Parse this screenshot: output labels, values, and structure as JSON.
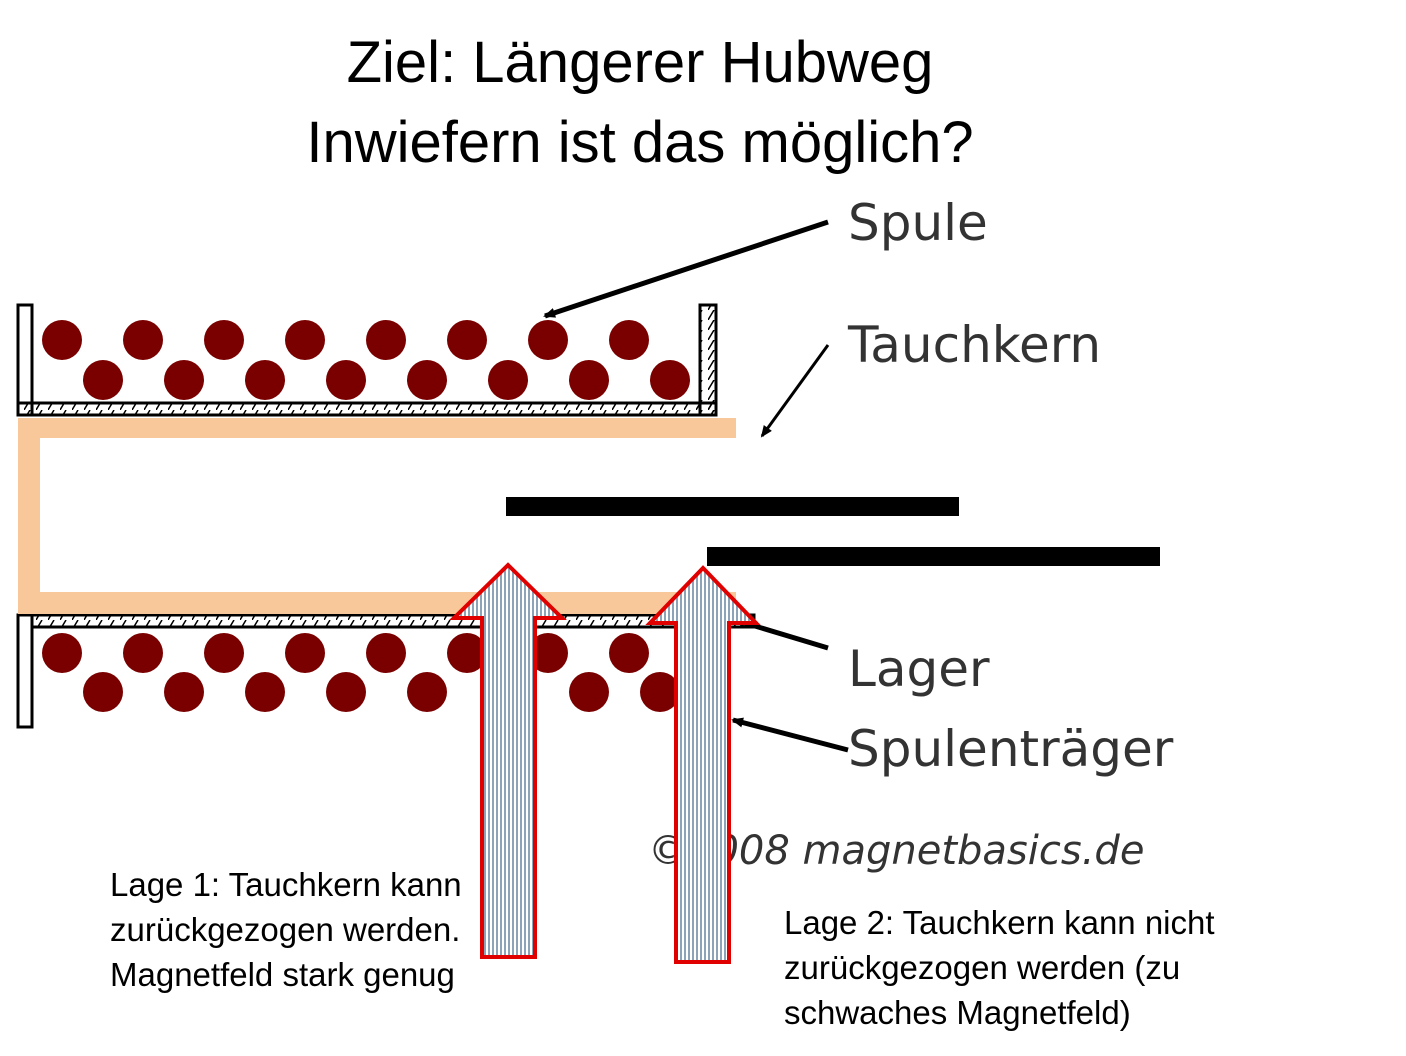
{
  "title": {
    "line1": "Ziel: Längerer Hubweg",
    "line2": "Inwiefern ist das möglich?"
  },
  "diagram": {
    "labels": {
      "spule": "Spule",
      "tauchkern": "Tauchkern",
      "lager": "Lager",
      "spulentraeger": "Spulenträger",
      "copyright": "©2008 magnetbasics.de"
    },
    "colors": {
      "coil_dots": "#7a0000",
      "core": "#f8c89a",
      "arrow_outline": "#e00000",
      "arrow_fill": "#9fb3c8",
      "bar": "#000000"
    }
  },
  "notes": {
    "position1": [
      "Lage 1: Tauchkern kann",
      "zurückgezogen werden.",
      "Magnetfeld stark  genug"
    ],
    "position2": [
      "Lage 2: Tauchkern kann nicht",
      "zurückgezogen werden (zu",
      "schwaches Magnetfeld)"
    ]
  }
}
